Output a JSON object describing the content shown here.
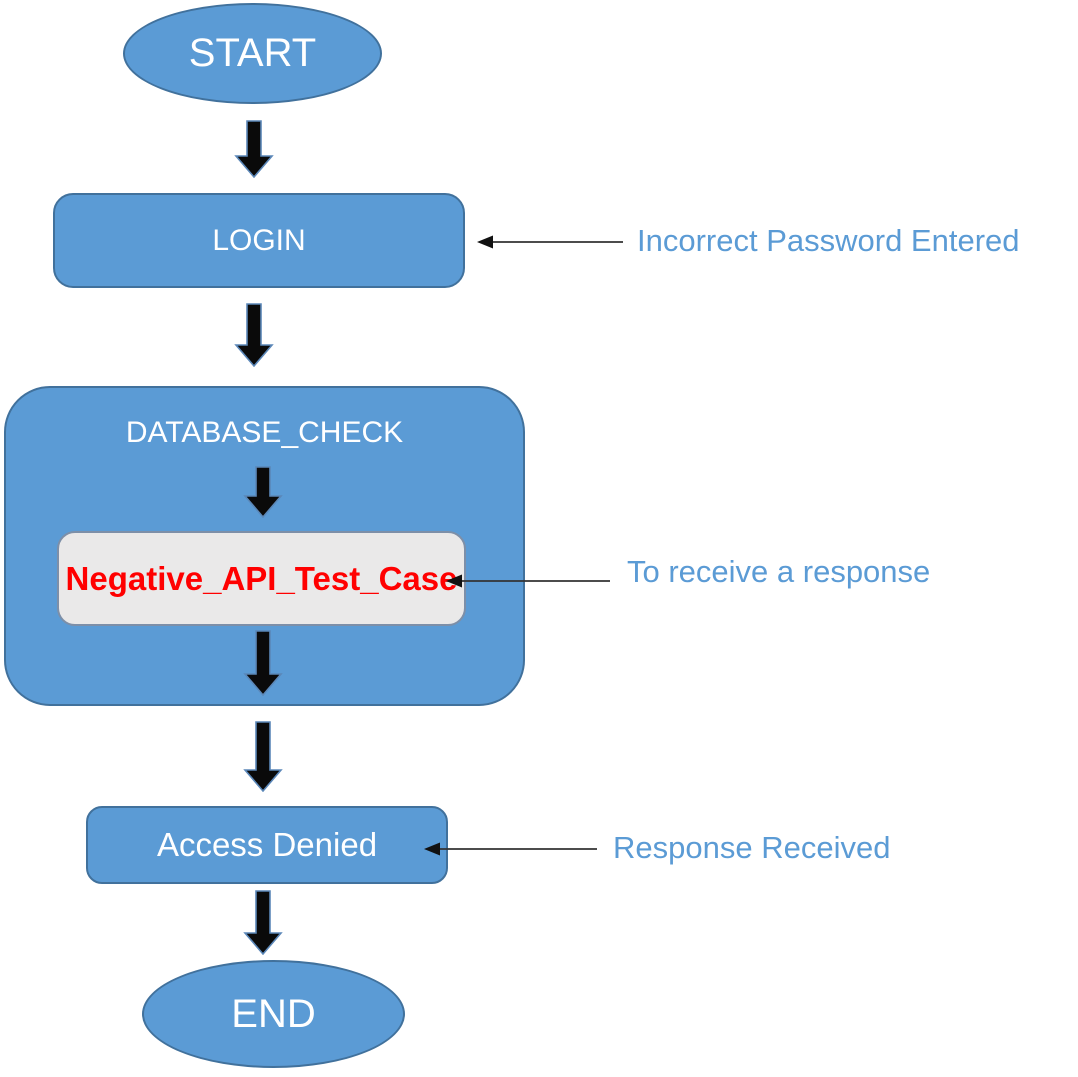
{
  "nodes": {
    "start": {
      "label": "START",
      "shape": "ellipse"
    },
    "login": {
      "label": "LOGIN",
      "shape": "rounded-rect"
    },
    "database_check": {
      "label": "DATABASE_CHECK",
      "shape": "rounded-container"
    },
    "negative_api_test_case": {
      "label": "Negative_API_Test_Case",
      "shape": "rounded-rect"
    },
    "access_denied": {
      "label": "Access Denied",
      "shape": "rounded-rect"
    },
    "end": {
      "label": "END",
      "shape": "ellipse"
    }
  },
  "annotations": [
    {
      "text": "Incorrect Password Entered",
      "target": "login"
    },
    {
      "text": "To receive a response",
      "target": "negative_api_test_case"
    },
    {
      "text": "Response Received",
      "target": "access_denied"
    }
  ],
  "colors": {
    "node_fill": "#5b9bd5",
    "node_border": "#41719c",
    "node_text": "#ffffff",
    "inner_node_fill": "#eae9e9",
    "inner_node_border": "#7d8fa8",
    "inner_node_text": "#ff0000",
    "annotation_text": "#5b9bd5",
    "block_arrow_fill": "#0a0a0a",
    "block_arrow_outline": "#5b87b8",
    "annotation_line": "#333333"
  }
}
